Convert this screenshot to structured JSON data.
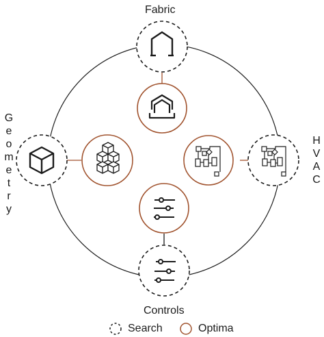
{
  "labels": {
    "top": "Fabric",
    "bottom": "Controls",
    "left": "Geometry",
    "right": "HVAC"
  },
  "legend": {
    "search": "Search",
    "optima": "Optima"
  },
  "colors": {
    "optima": "#a0522d",
    "search": "#1a1a1a",
    "line": "#1a1a1a"
  },
  "nodes": {
    "search": [
      "house-icon",
      "cube-icon",
      "hvac-schematic-icon",
      "sliders-icon"
    ],
    "optima": [
      "house-layers-icon",
      "stacked-cubes-icon",
      "hvac-schematic-icon",
      "sliders-icon"
    ]
  }
}
